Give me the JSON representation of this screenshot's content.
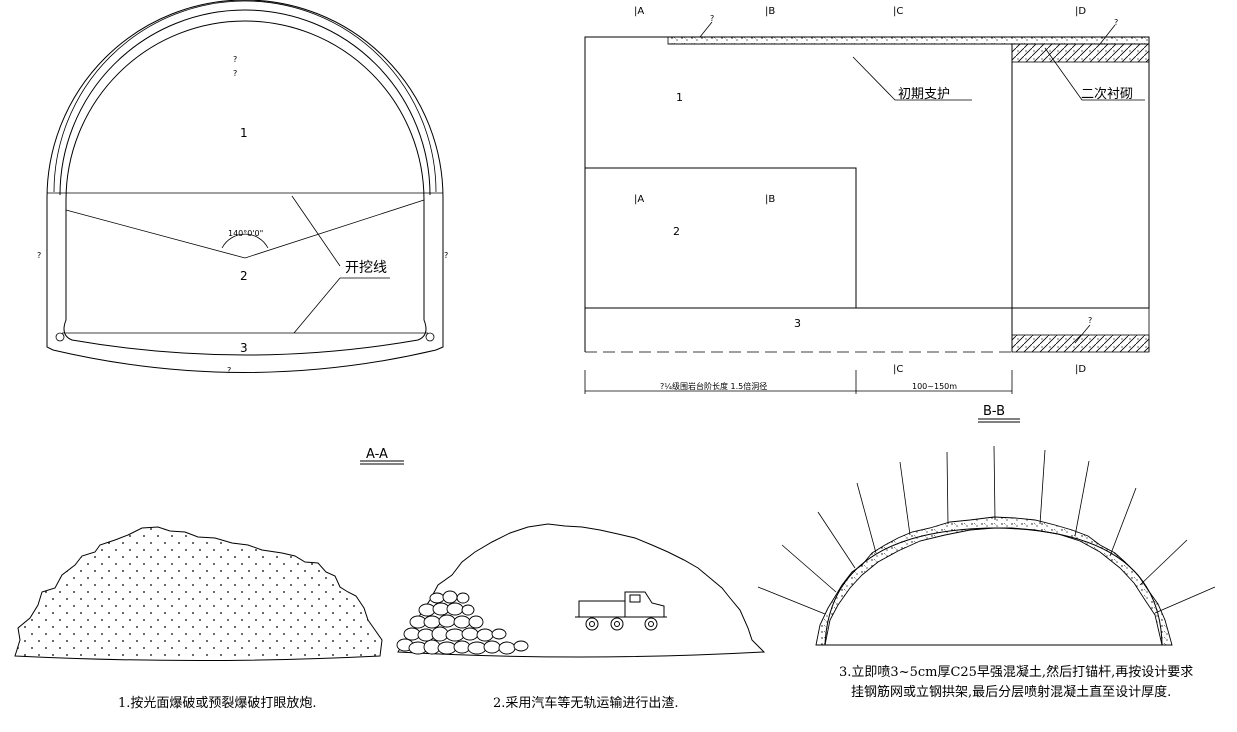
{
  "section_aa": {
    "title": "A-A",
    "region_1": "1",
    "region_2": "2",
    "region_3": "3",
    "angle": "140°0'0\"",
    "excavation_line": "开挖线",
    "q_top": "?",
    "q_top2": "?",
    "q_left": "?",
    "q_right": "?",
    "q_bottom": "?"
  },
  "section_bb": {
    "title": "B-B",
    "marker_a": "|A",
    "marker_b": "|B",
    "marker_c": "|C",
    "marker_d": "|D",
    "marker_a2": "|A",
    "marker_b2": "|B",
    "marker_c_bottom": "|C",
    "marker_d_bottom": "|D",
    "region_1": "1",
    "region_2": "2",
    "region_3": "3",
    "initial_support": "初期支护",
    "secondary_lining": "二次衬砌",
    "q_support": "?",
    "q_lining": "?",
    "q_bottom": "?",
    "dim_bench": "?¼级围岩台阶长度 1.5倍洞径",
    "dim_range": "100~150m"
  },
  "steps": [
    {
      "caption": "1.按光面爆破或预裂爆破打眼放炮."
    },
    {
      "caption": "2.采用汽车等无轨运输进行出渣."
    },
    {
      "caption_line1": "3.立即喷3~5cm厚C25早强混凝土,然后打锚杆,再按设计要求",
      "caption_line2": "挂钢筋网或立钢拱架,最后分层喷射混凝土直至设计厚度."
    }
  ]
}
